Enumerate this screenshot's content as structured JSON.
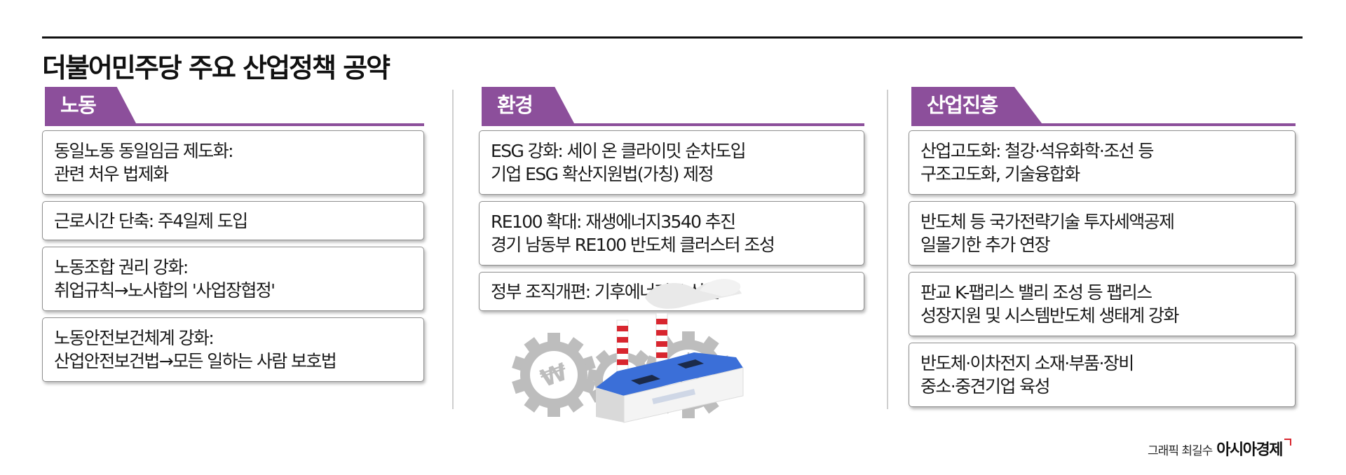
{
  "title": "더불어민주당 주요 산업정책 공약",
  "colors": {
    "accent": "#8c4f9b",
    "rule": "#111111",
    "gear": "#bdbdbd",
    "chimney_stripe": "#d8262f",
    "factory_blue": "#3b6fd8"
  },
  "columns": [
    {
      "heading": "노동",
      "items": [
        {
          "lines": [
            "동일노동 동일임금 제도화:",
            "관련 처우 법제화"
          ]
        },
        {
          "lines": [
            "근로시간 단축: 주4일제 도입"
          ]
        },
        {
          "lines": [
            "노동조합 권리 강화:",
            "취업규칙→노사합의 '사업장협정'"
          ]
        },
        {
          "lines": [
            "노동안전보건체계 강화:",
            "산업안전보건법→모든 일하는 사람 보호법"
          ]
        }
      ]
    },
    {
      "heading": "환경",
      "items": [
        {
          "lines": [
            "ESG 강화: 세이 온 클라이밋 순차도입",
            "기업 ESG 확산지원법(가칭) 제정"
          ]
        },
        {
          "lines": [
            "RE100 확대: 재생에너지3540 추진",
            "경기 남동부 RE100 반도체 클러스터 조성"
          ]
        },
        {
          "lines": [
            "정부 조직개편: 기후에너지부 신설"
          ]
        }
      ]
    },
    {
      "heading": "산업진흥",
      "items": [
        {
          "lines": [
            "산업고도화: 철강·석유화학·조선 등",
            "구조고도화, 기술융합화"
          ]
        },
        {
          "lines": [
            "반도체 등 국가전략기술 투자세액공제",
            "일몰기한 추가 연장"
          ]
        },
        {
          "lines": [
            "판교 K-팹리스 밸리 조성 등 팹리스",
            "성장지원 및 시스템반도체 생태계 강화"
          ]
        },
        {
          "lines": [
            "반도체·이차전지 소재·부품·장비",
            "중소·중견기업 육성"
          ]
        }
      ]
    }
  ],
  "illustration": {
    "icons": [
      "won-gear-icon",
      "won-gear-icon",
      "lightbulb-gear-icon",
      "factory-icon"
    ],
    "gear_symbol": "₩"
  },
  "credit": {
    "byline": "그래픽 최길수",
    "brand": "아시아경제"
  }
}
